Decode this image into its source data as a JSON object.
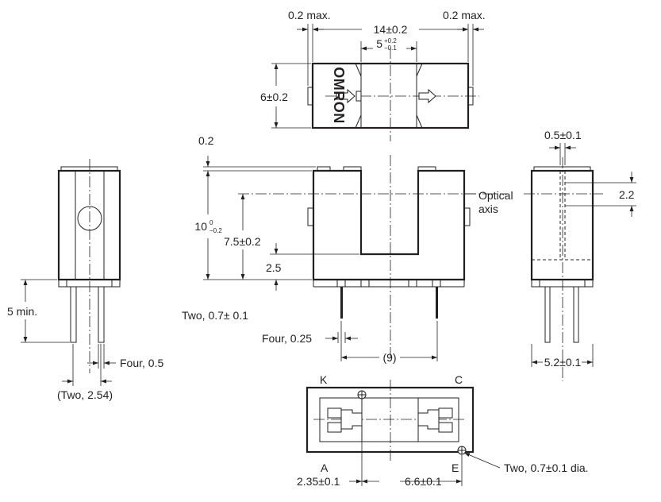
{
  "top_view": {
    "gap_left": "0.2 max.",
    "gap_right": "0.2 max.",
    "length": "14±0.2",
    "slot_main": "5",
    "slot_tol_upper": "+0.2",
    "slot_tol_lower": "−0.1",
    "width": "6±0.2",
    "brand": "OMRON"
  },
  "front_view": {
    "top_gap": "0.2",
    "height_main": "10",
    "height_tol_upper": "0",
    "height_tol_lower": "−0.2",
    "axis_height": "7.5±0.2",
    "slot_bottom": "2.5",
    "optical_axis_label_1": "Optical",
    "optical_axis_label_2": "axis",
    "pins_small": "Two, 0.7± 0.1",
    "pins_large": "Four, 0.25",
    "pin_pitch": "(9)"
  },
  "left_view": {
    "lead_length": "5 min.",
    "lead_size": "Four, 0.5",
    "lead_pitch": "(Two, 2.54)"
  },
  "right_view": {
    "lead_width": "0.5±0.1",
    "axis_offset": "2.2",
    "lead_spacing": "5.2±0.1"
  },
  "bottom_view": {
    "label_k": "K",
    "label_c": "C",
    "label_a": "A",
    "label_e": "E",
    "left_pitch": "2.35±0.1",
    "right_pitch": "6.6±0.1",
    "hole_note": "Two, 0.7±0.1 dia."
  }
}
